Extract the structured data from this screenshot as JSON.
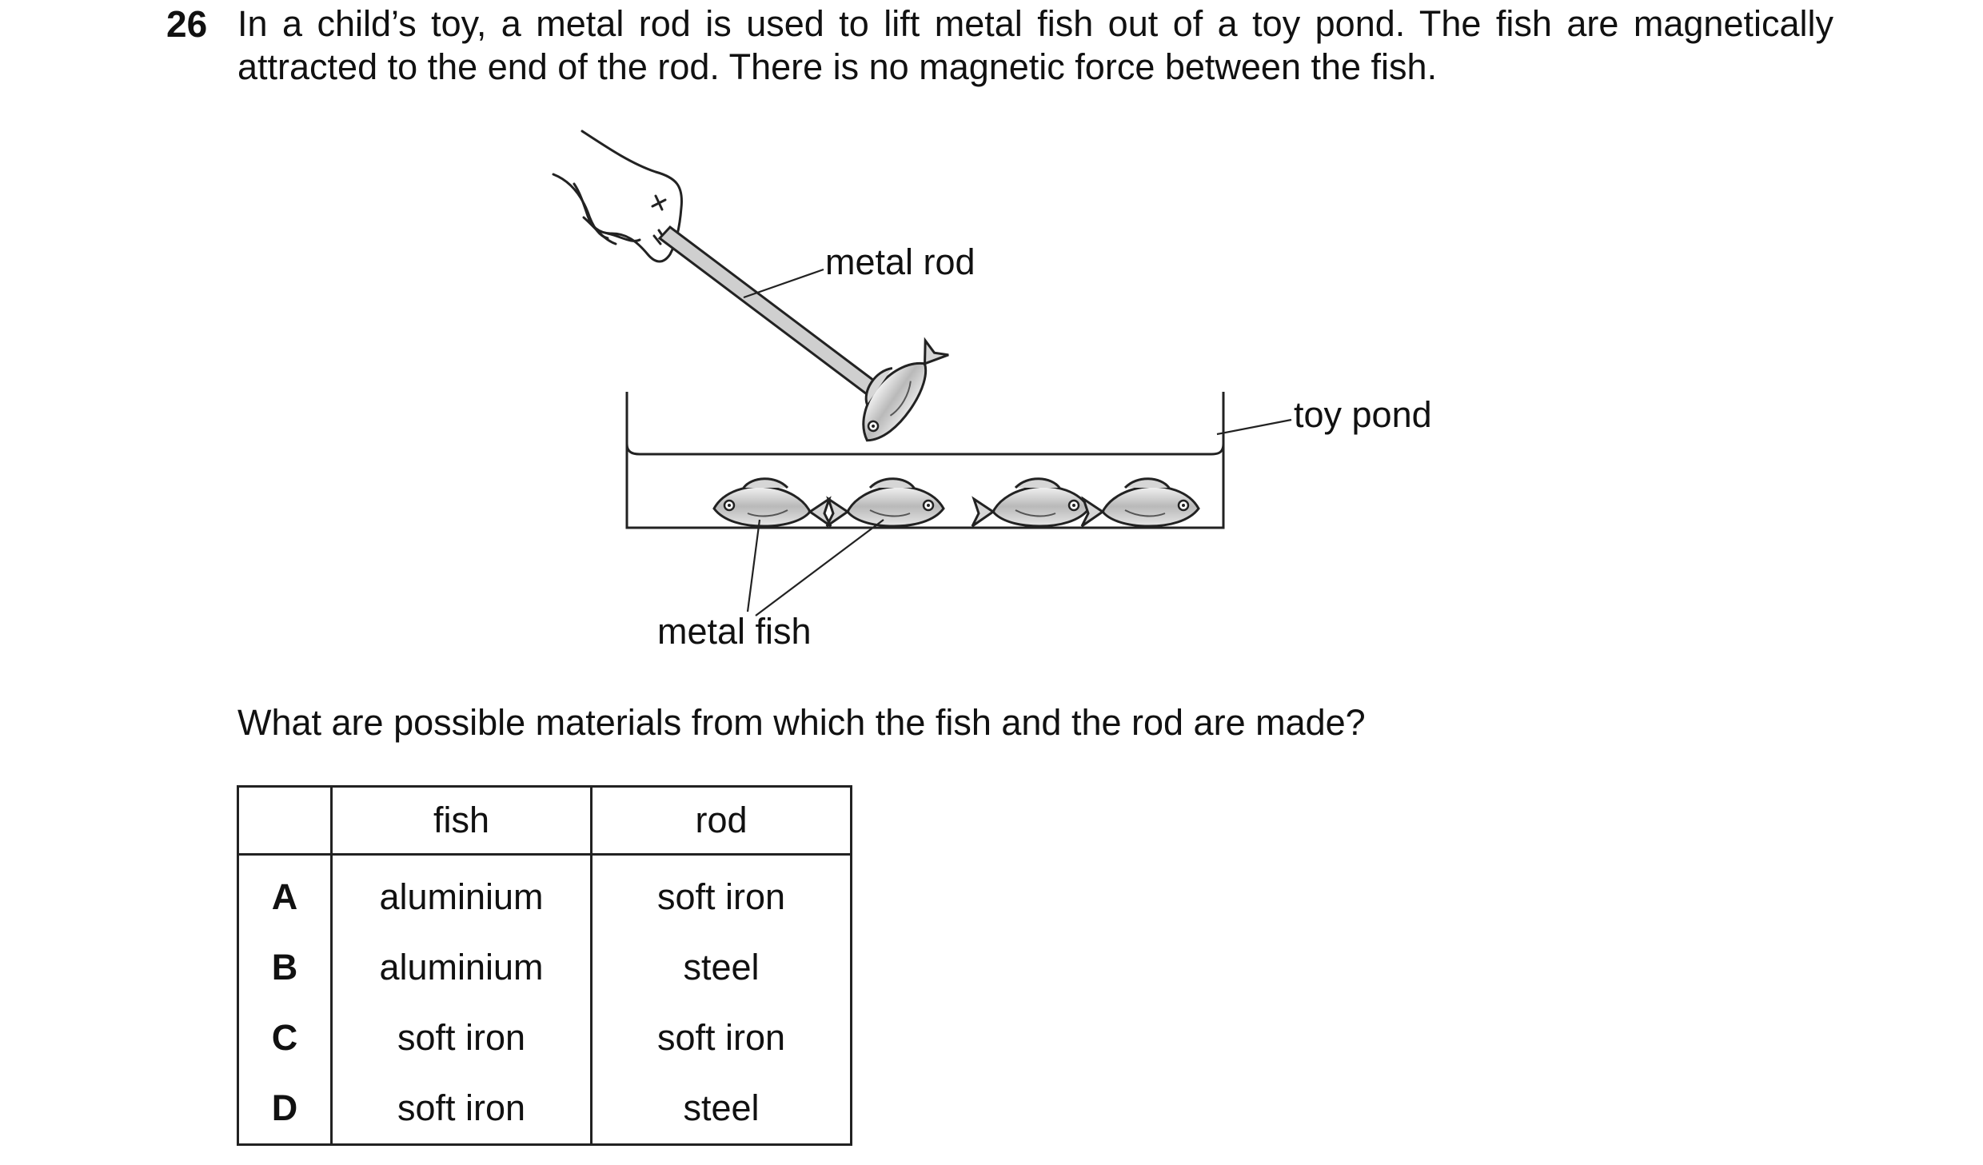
{
  "question": {
    "number": "26",
    "line1": "In a child’s toy, a metal rod is used to lift metal fish out of a toy pond. The fish are magnetically",
    "line2": "attracted to the end of the rod. There is no magnetic force between the fish."
  },
  "figure": {
    "labels": {
      "rod": "metal rod",
      "pond": "toy pond",
      "fish": "metal fish"
    }
  },
  "prompt": "What are possible materials from which the fish and the rod are made?",
  "table": {
    "headers": [
      "",
      "fish",
      "rod"
    ],
    "rows": [
      {
        "key": "A",
        "fish": "aluminium",
        "rod": "soft iron"
      },
      {
        "key": "B",
        "fish": "aluminium",
        "rod": "steel"
      },
      {
        "key": "C",
        "fish": "soft iron",
        "rod": "soft iron"
      },
      {
        "key": "D",
        "fish": "soft iron",
        "rod": "steel"
      }
    ]
  }
}
